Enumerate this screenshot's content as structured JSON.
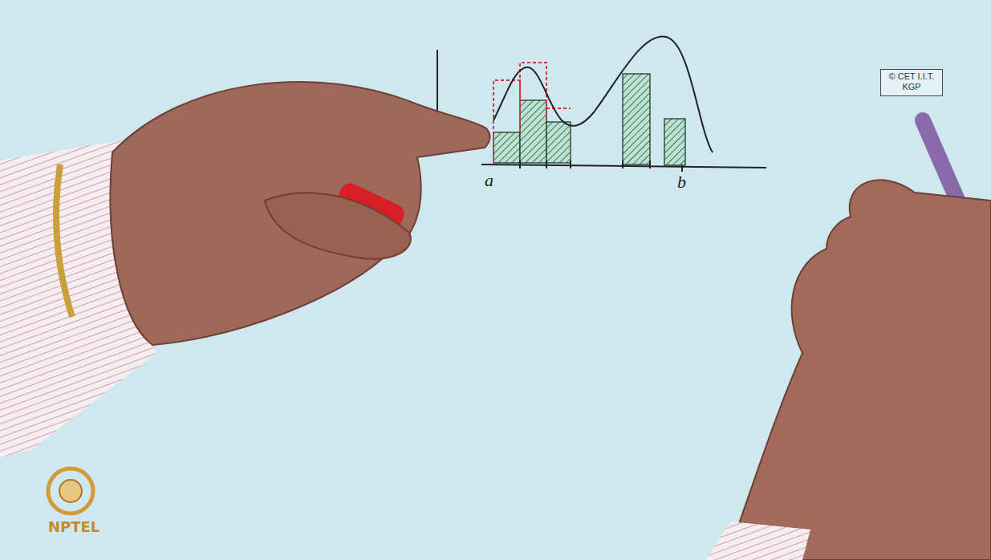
{
  "diagram": {
    "nodes": [
      {
        "text": [
          "© CET I.I.T. KGP"
        ]
      }
    ],
    "labels": [
      "a",
      "b",
      "NPTEL"
    ]
  }
}
